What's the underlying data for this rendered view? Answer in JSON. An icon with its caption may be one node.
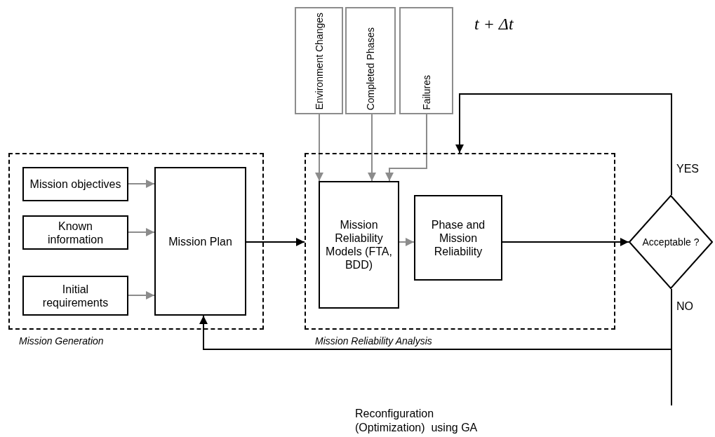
{
  "diagram": {
    "nodes": [
      {
        "text": [
          "Mission Generation"
        ]
      },
      {
        "text": [
          "Mission objectives"
        ],
        "in": 0
      },
      {
        "text": [
          "Known information"
        ],
        "in": 0
      },
      {
        "text": [
          "Initial requirements"
        ],
        "in": 0
      },
      {
        "text": [
          "Mission Plan"
        ],
        "in": 0
      },
      {
        "text": [
          "Mission Reliability Analysis"
        ]
      },
      {
        "text": [
          "Environment Changes"
        ]
      },
      {
        "text": [
          "Completed Phases"
        ]
      },
      {
        "text": [
          "Failures"
        ]
      },
      {
        "text": [
          "Mission Reliability Models (FTA, BDD)"
        ],
        "in": 5
      },
      {
        "text": [
          "Phase and Mission Reliability"
        ],
        "in": 5
      },
      {
        "text": [
          "Acceptable ?"
        ]
      }
    ],
    "edges": [
      {
        "from": 1,
        "to": 4,
        "arrow": "to"
      },
      {
        "from": 2,
        "to": 4,
        "arrow": "to"
      },
      {
        "from": 3,
        "to": 4,
        "arrow": "to"
      },
      {
        "from": 4,
        "to": 5,
        "arrow": "to",
        "color": "#000000"
      },
      {
        "from": 6,
        "to": 9,
        "arrow": "to"
      },
      {
        "from": 7,
        "to": 9,
        "arrow": "to"
      },
      {
        "from": 8,
        "to": 9,
        "arrow": "to"
      },
      {
        "from": 9,
        "to": 10,
        "arrow": "to"
      },
      {
        "from": 10,
        "to": 11,
        "arrow": "to",
        "color": "#000000"
      },
      {
        "from": 11,
        "to": 5,
        "arrow": "to",
        "label": "YES",
        "color": "#000000"
      },
      {
        "from": 11,
        "to": 4,
        "arrow": "to",
        "label": "NO",
        "color": "#000000"
      },
      {
        "from": 11,
        "to": null,
        "arrow": "none",
        "color": "#000000"
      }
    ],
    "labels": [
      "t + Δt",
      "Reconfiguration (Optimization)  using GA"
    ]
  }
}
